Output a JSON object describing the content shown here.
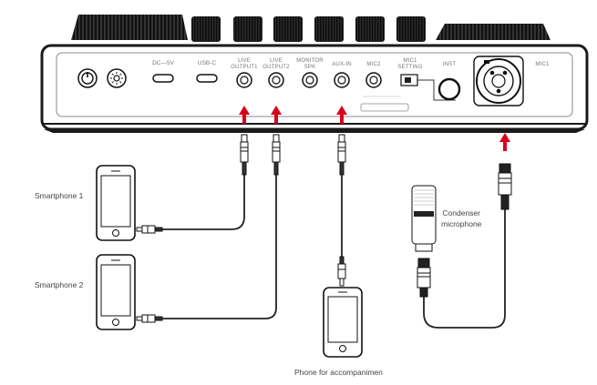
{
  "device": {
    "ports": {
      "dc": "DC—5V",
      "usbc": "USB-C",
      "line_out1": [
        "LIVE",
        "OUTPUT1"
      ],
      "line_out2": [
        "LIVE",
        "OUTPUT2"
      ],
      "monitor": [
        "MONITOR",
        "SPK"
      ],
      "aux_in": "AUX-IN",
      "mic2": "MIC2",
      "mic_setting": [
        "MIC1",
        "SETTING"
      ],
      "inst": "INST",
      "mic1": "MIC1"
    }
  },
  "devices": {
    "phone1": "Smartphone 1",
    "phone2": "Smartphone 2",
    "phone3": "Phone for accompanimen",
    "mic": [
      "Condenser",
      "microphone"
    ]
  },
  "colors": {
    "arrow": "#d8001b",
    "line": "#222222"
  }
}
